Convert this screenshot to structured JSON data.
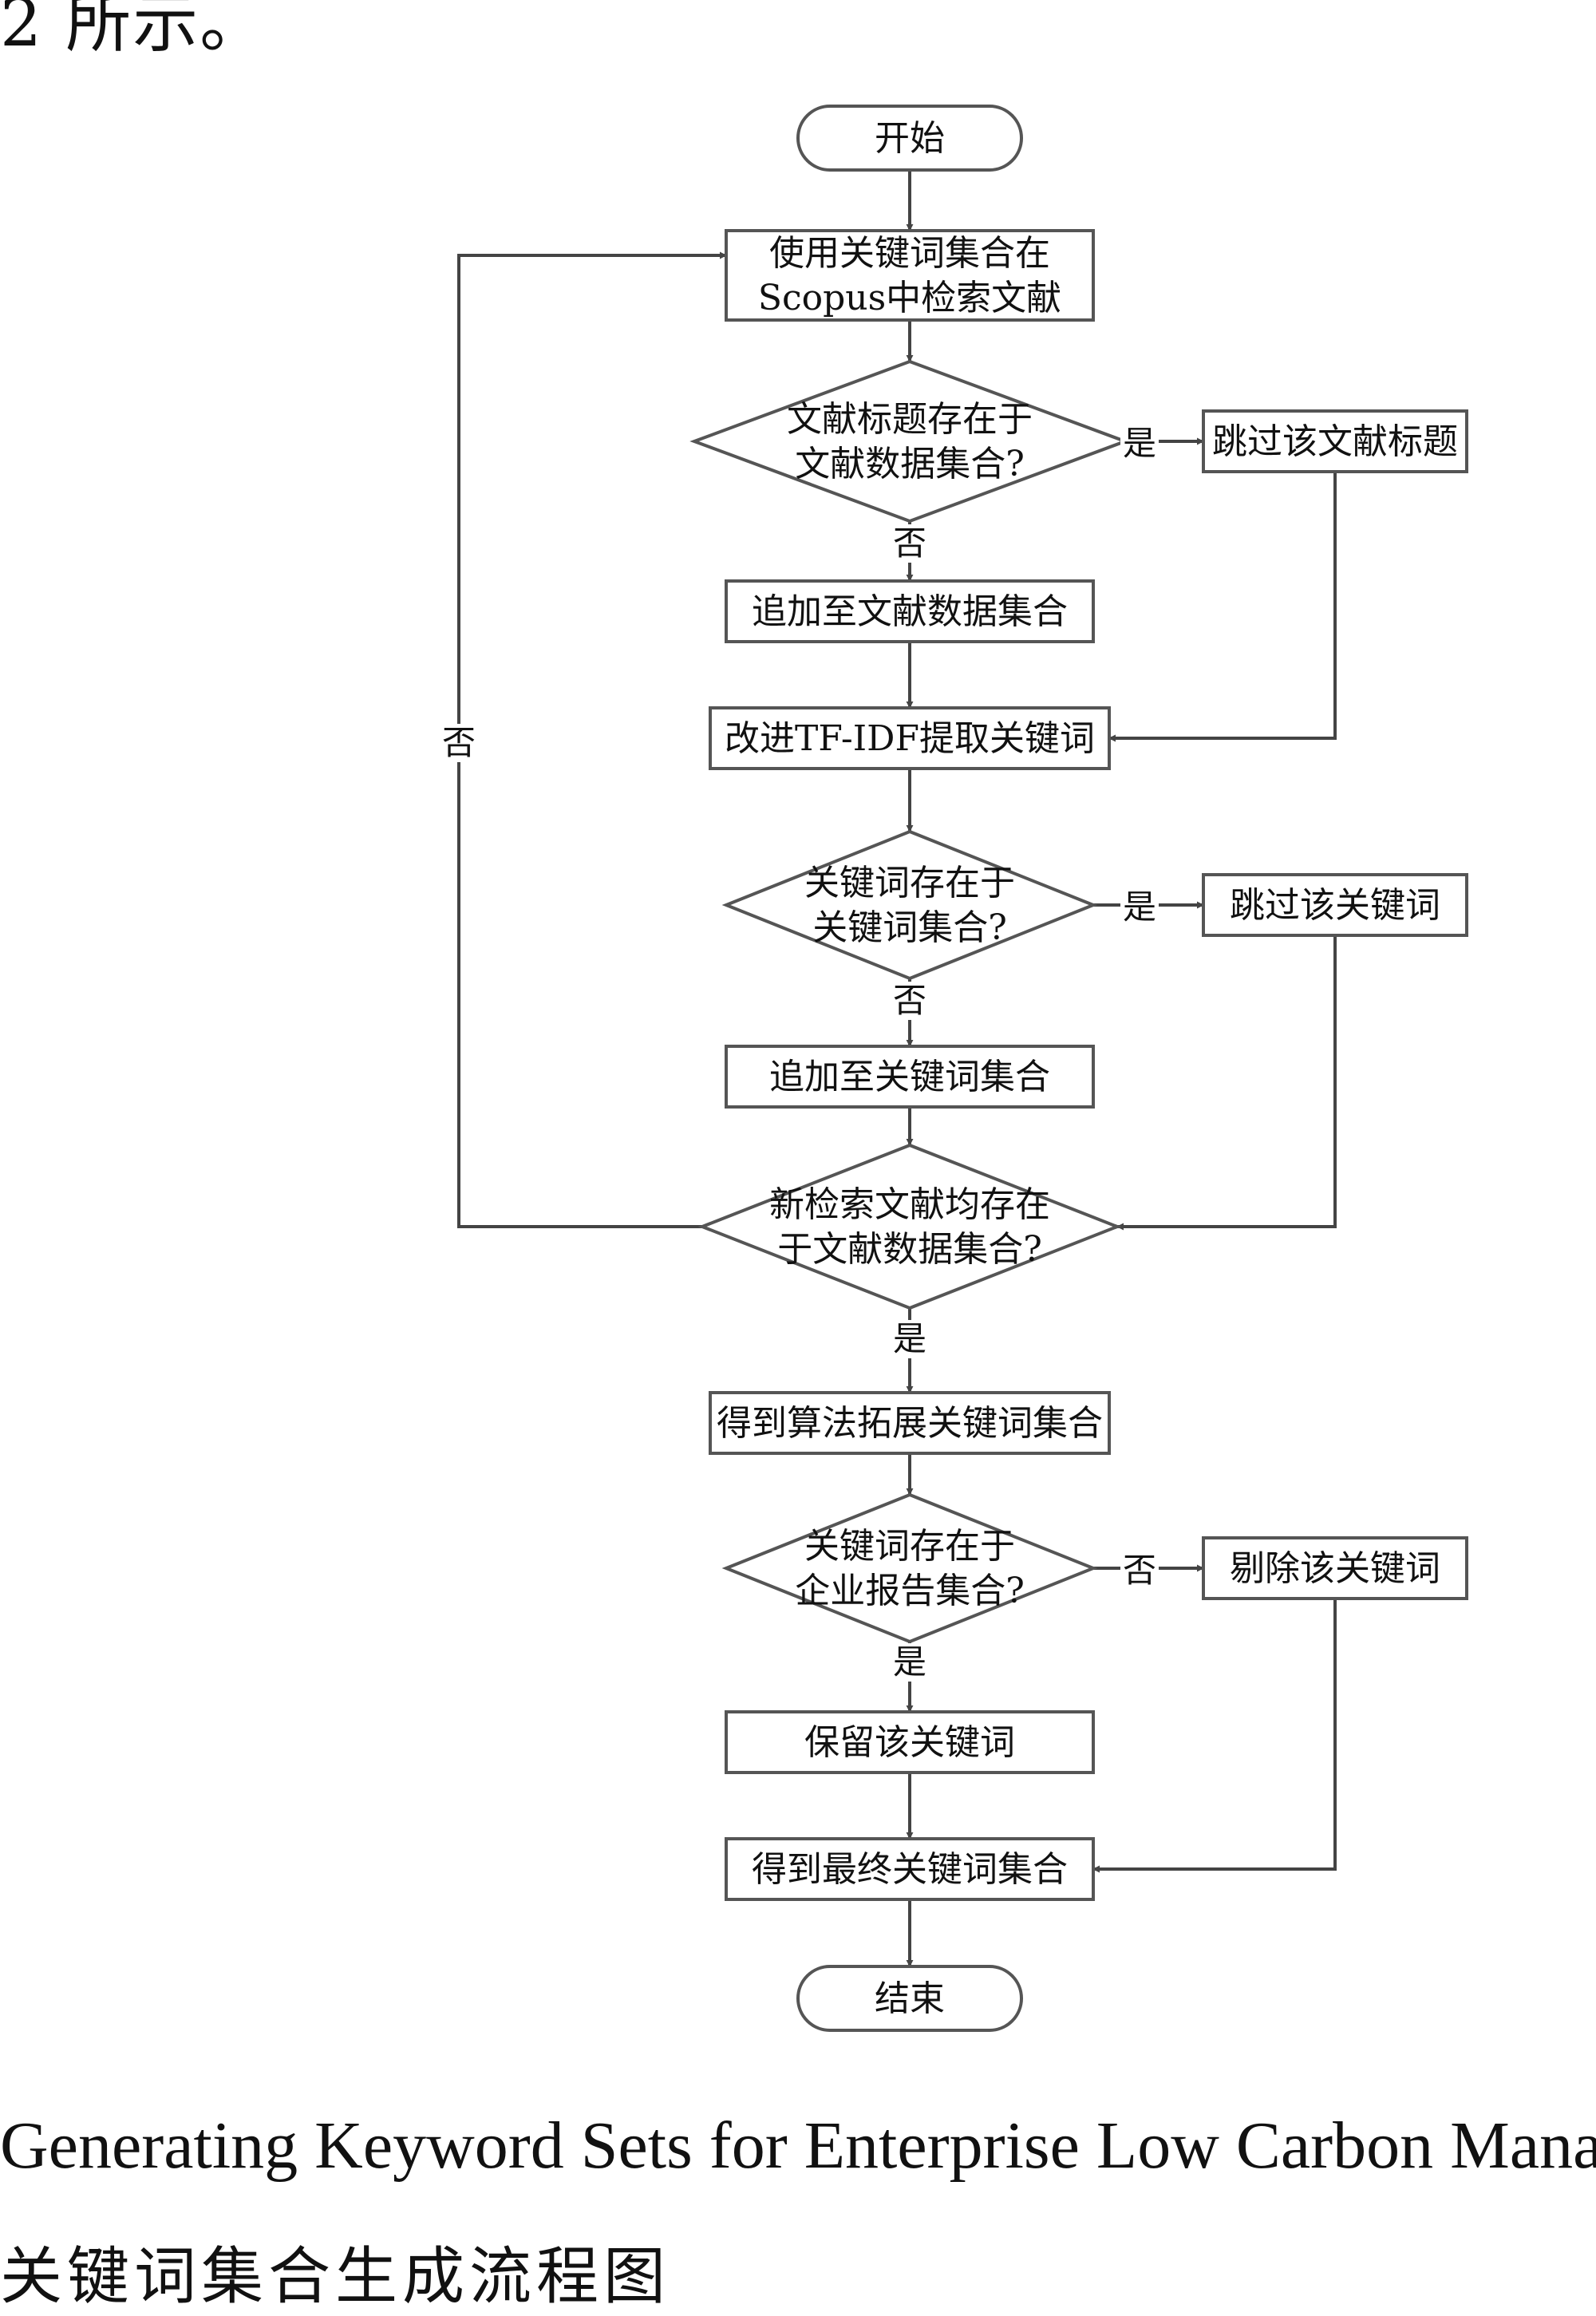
{
  "page": {
    "top_text": "2 所示。",
    "caption_en": "Generating Keyword Sets for Enterprise Low Carbon Mana",
    "caption_cn": "关键词集合生成流程图"
  },
  "flowchart": {
    "nodes": [
      {
        "id": "start",
        "shape": "terminal",
        "lines": [
          "开始"
        ]
      },
      {
        "id": "search",
        "shape": "process",
        "lines": [
          "使用关键词集合在",
          "Scopus中检索文献"
        ]
      },
      {
        "id": "d-title-exists",
        "shape": "decision",
        "lines": [
          "文献标题存在于",
          "文献数据集合?"
        ]
      },
      {
        "id": "skip-title",
        "shape": "process",
        "lines": [
          "跳过该文献标题"
        ]
      },
      {
        "id": "append-doc",
        "shape": "process",
        "lines": [
          "追加至文献数据集合"
        ]
      },
      {
        "id": "tfidf",
        "shape": "process",
        "lines": [
          "改进TF-IDF提取关键词"
        ]
      },
      {
        "id": "d-kw-exists",
        "shape": "decision",
        "lines": [
          "关键词存在于",
          "关键词集合?"
        ]
      },
      {
        "id": "skip-kw",
        "shape": "process",
        "lines": [
          "跳过该关键词"
        ]
      },
      {
        "id": "append-kw",
        "shape": "process",
        "lines": [
          "追加至关键词集合"
        ]
      },
      {
        "id": "d-new-docs",
        "shape": "decision",
        "lines": [
          "新检索文献均存在",
          "于文献数据集合?"
        ]
      },
      {
        "id": "get-expanded",
        "shape": "process",
        "lines": [
          "得到算法拓展关键词集合"
        ]
      },
      {
        "id": "d-report",
        "shape": "decision",
        "lines": [
          "关键词存在于",
          "企业报告集合?"
        ]
      },
      {
        "id": "remove-kw",
        "shape": "process",
        "lines": [
          "剔除该关键词"
        ]
      },
      {
        "id": "keep-kw",
        "shape": "process",
        "lines": [
          "保留该关键词"
        ]
      },
      {
        "id": "get-final",
        "shape": "process",
        "lines": [
          "得到最终关键词集合"
        ]
      },
      {
        "id": "end",
        "shape": "terminal",
        "lines": [
          "结束"
        ]
      }
    ],
    "edges": [
      {
        "from": "start",
        "to": "search",
        "label": ""
      },
      {
        "from": "search",
        "to": "d-title-exists",
        "label": ""
      },
      {
        "from": "d-title-exists",
        "to": "skip-title",
        "label": "是"
      },
      {
        "from": "d-title-exists",
        "to": "append-doc",
        "label": "否"
      },
      {
        "from": "append-doc",
        "to": "tfidf",
        "label": ""
      },
      {
        "from": "skip-title",
        "to": "tfidf",
        "label": ""
      },
      {
        "from": "tfidf",
        "to": "d-kw-exists",
        "label": ""
      },
      {
        "from": "d-kw-exists",
        "to": "skip-kw",
        "label": "是"
      },
      {
        "from": "d-kw-exists",
        "to": "append-kw",
        "label": "否"
      },
      {
        "from": "append-kw",
        "to": "d-new-docs",
        "label": ""
      },
      {
        "from": "skip-kw",
        "to": "d-new-docs",
        "label": ""
      },
      {
        "from": "d-new-docs",
        "to": "search",
        "label": "否"
      },
      {
        "from": "d-new-docs",
        "to": "get-expanded",
        "label": "是"
      },
      {
        "from": "get-expanded",
        "to": "d-report",
        "label": ""
      },
      {
        "from": "d-report",
        "to": "remove-kw",
        "label": "否"
      },
      {
        "from": "d-report",
        "to": "keep-kw",
        "label": "是"
      },
      {
        "from": "keep-kw",
        "to": "get-final",
        "label": ""
      },
      {
        "from": "remove-kw",
        "to": "get-final",
        "label": ""
      },
      {
        "from": "get-final",
        "to": "end",
        "label": ""
      }
    ]
  }
}
